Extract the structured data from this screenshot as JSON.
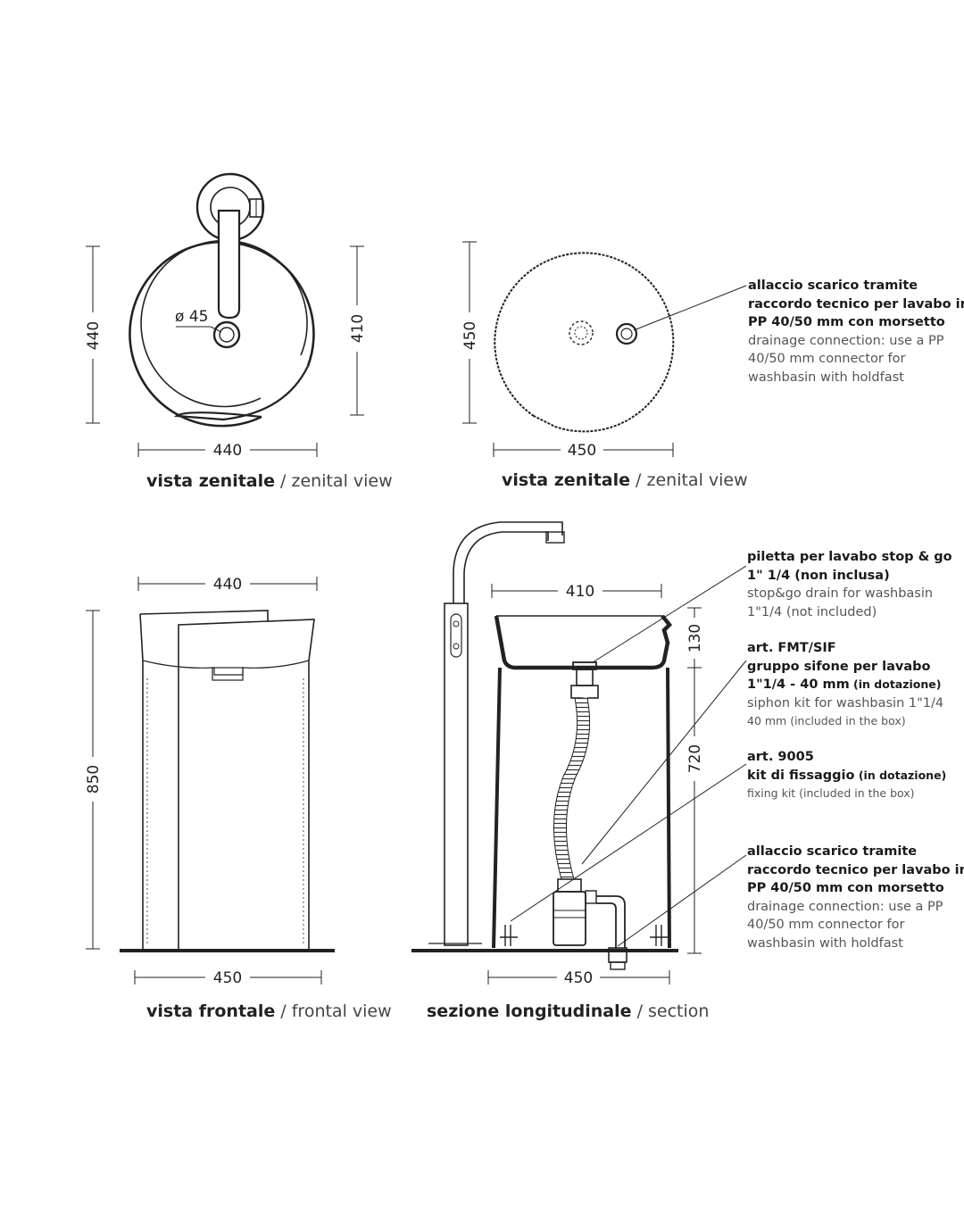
{
  "views": {
    "top_left": {
      "caption_bold": "vista zenitale",
      "caption_sep": " / ",
      "caption_light": "zenital view",
      "dim_height_outer": "440",
      "dim_height_inner": "410",
      "dim_width": "440",
      "dim_drain": "ø 45"
    },
    "top_right": {
      "caption_bold": "vista zenitale",
      "caption_sep": " / ",
      "caption_light": "zenital view",
      "dim_height": "450",
      "dim_width": "450"
    },
    "bottom_left": {
      "caption_bold": "vista frontale",
      "caption_sep": " / ",
      "caption_light": "frontal view",
      "dim_top_width": "440",
      "dim_height": "850",
      "dim_base_width": "450"
    },
    "bottom_right": {
      "caption_bold": "sezione longitudinale",
      "caption_sep": " / ",
      "caption_light": "section",
      "dim_top_width": "410",
      "dim_bowl_depth": "130",
      "dim_drain_height": "720",
      "dim_base_width": "450"
    }
  },
  "notes": {
    "drain_top": {
      "it1": "allaccio scarico tramite",
      "it2": "raccordo tecnico per lavabo in",
      "it3": "PP 40/50 mm con morsetto",
      "en1": "drainage connection: use a PP",
      "en2": "40/50 mm connector for",
      "en3": "washbasin with holdfast"
    },
    "piletta": {
      "it1": "piletta per lavabo stop & go",
      "it2": "1\" 1/4 (non inclusa)",
      "en1": "stop&go drain for washbasin",
      "en2": "1\"1/4 (not included)"
    },
    "siphon": {
      "code": "art. FMT/SIF",
      "it1": "gruppo sifone per lavabo",
      "it2": "1\"1/4 - 40 mm",
      "it2_small": " (in dotazione)",
      "en1": "siphon kit for washbasin 1\"1/4",
      "en2": "40 mm (included in the box)"
    },
    "fixing": {
      "code": "art. 9005",
      "it1": "kit di fissaggio",
      "it1_small": " (in dotazione)",
      "en1": "fixing kit (included in the box)"
    },
    "drain_bottom": {
      "it1": "allaccio scarico tramite",
      "it2": "raccordo tecnico per lavabo in",
      "it3": "PP 40/50 mm con morsetto",
      "en1": "drainage connection: use a PP",
      "en2": "40/50 mm connector for",
      "en3": "washbasin with holdfast"
    }
  }
}
